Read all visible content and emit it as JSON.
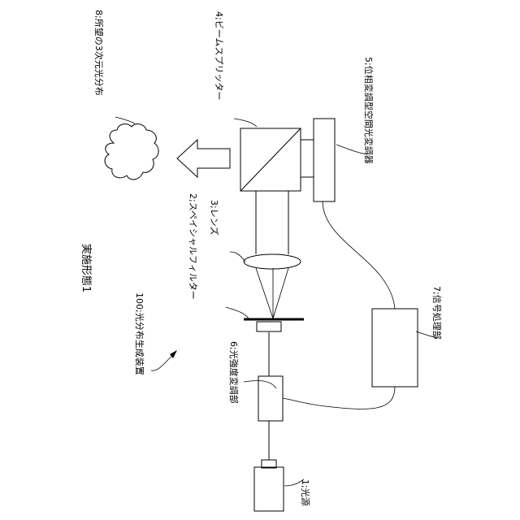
{
  "title": "実施形態1",
  "system_label": "100;光分布生成装置",
  "labels": {
    "light_source": "1;光源",
    "spatial_filter": "2;スペイシャルフィルター",
    "lens": "3;レンズ",
    "beam_splitter": "4;ビームスプリッター",
    "phase_modulator": "5;位相変調型空間光変調器",
    "intensity_modulator": "6;光強度変調部",
    "signal_processor": "7;信号処理部",
    "target_distribution": "8;所望の3次元光分布"
  }
}
